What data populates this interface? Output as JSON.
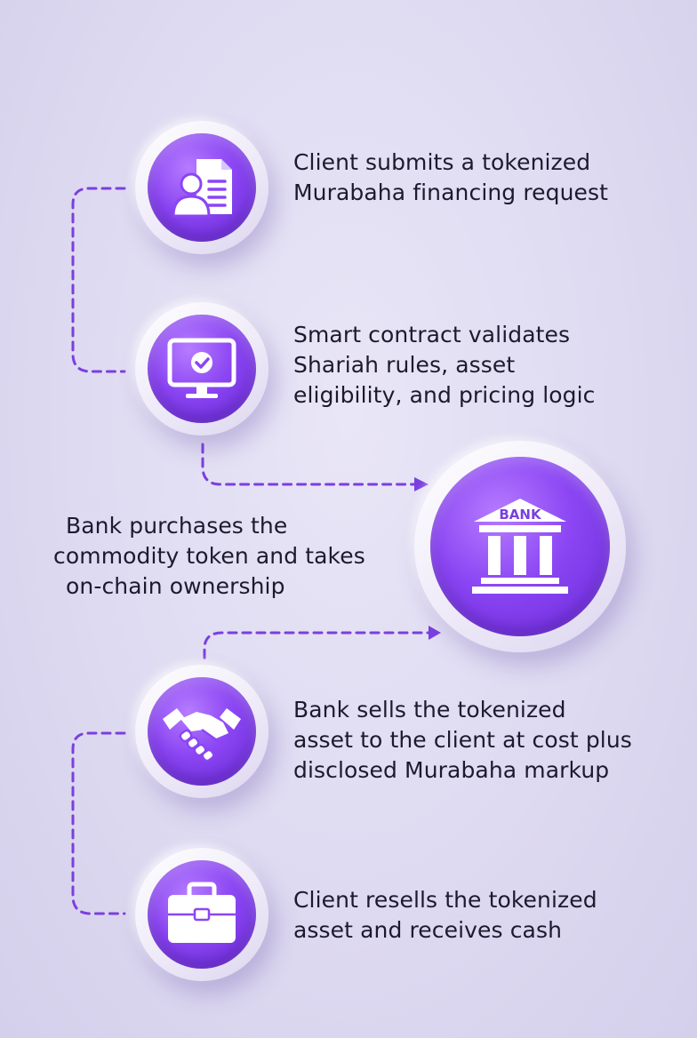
{
  "steps": [
    {
      "icon": "client-document-icon",
      "lines": [
        "Client submits a tokenized",
        "Murabaha financing request"
      ]
    },
    {
      "icon": "monitor-check-icon",
      "lines": [
        "Smart contract validates",
        "Shariah rules, asset",
        "eligibility, and pricing logic"
      ]
    },
    {
      "icon": "bank-icon",
      "icon_text": "BANK",
      "lines": [
        "Bank purchases the",
        "commodity token and takes",
        "on-chain ownership"
      ]
    },
    {
      "icon": "handshake-icon",
      "lines": [
        "Bank sells the tokenized",
        "asset to the client at cost plus",
        "disclosed Murabaha markup"
      ]
    },
    {
      "icon": "briefcase-icon",
      "lines": [
        "Client resells the tokenized",
        "asset and receives cash"
      ]
    }
  ],
  "colors": {
    "accent": "#8b45f3",
    "connector": "#7a3fe0",
    "text": "#1d1a2e"
  }
}
